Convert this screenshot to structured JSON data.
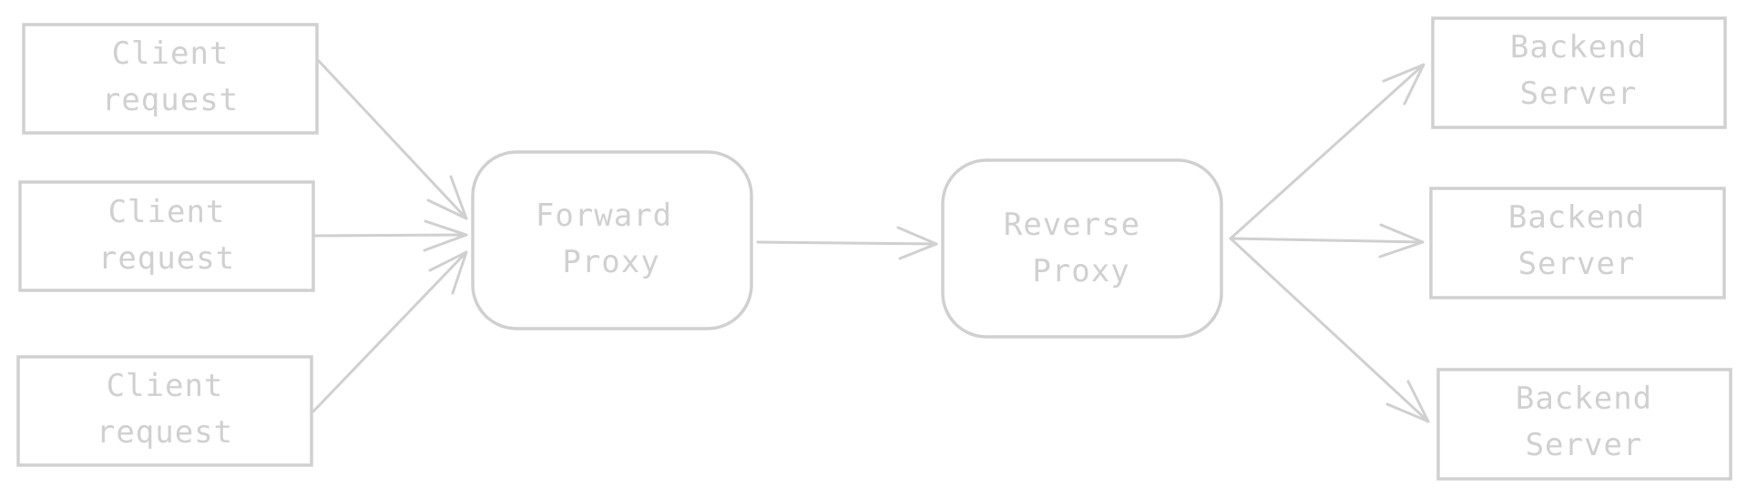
{
  "diagram": {
    "clients": [
      {
        "line1": "Client",
        "line2": "request"
      },
      {
        "line1": "Client",
        "line2": "request"
      },
      {
        "line1": "Client",
        "line2": "request"
      }
    ],
    "forward_proxy": {
      "line1": "Forward",
      "line2": "Proxy"
    },
    "reverse_proxy": {
      "line1": "Reverse",
      "line2": "Proxy"
    },
    "backends": [
      {
        "line1": "Backend",
        "line2": "Server"
      },
      {
        "line1": "Backend",
        "line2": "Server"
      },
      {
        "line1": "Backend",
        "line2": "Server"
      }
    ],
    "colors": {
      "stroke": "#d0d0d0",
      "text": "#d0d0d0",
      "background": "#ffffff"
    }
  }
}
